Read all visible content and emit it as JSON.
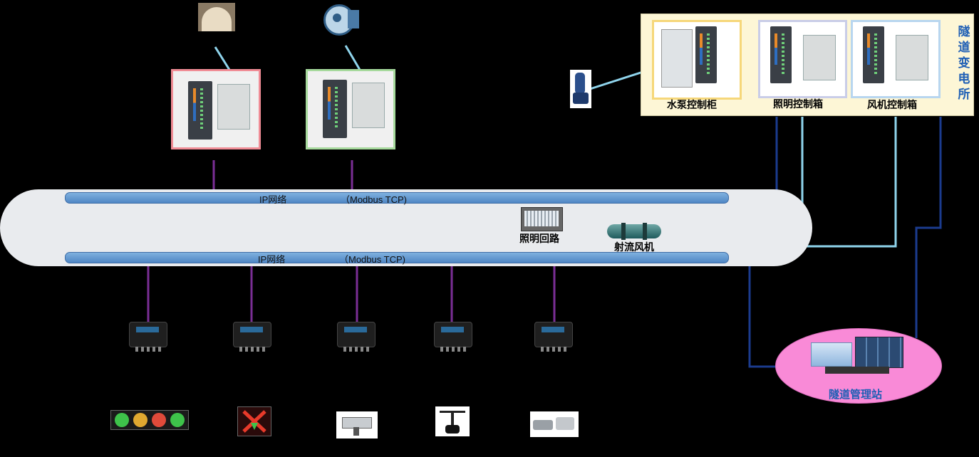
{
  "network": {
    "bus_top_left": "IP网络",
    "bus_top_right": "（Modbus TCP)",
    "bus_bottom_left": "IP网络",
    "bus_bottom_right": "（Modbus TCP)"
  },
  "field_labels": {
    "lighting_circuit": "照明回路",
    "jet_fan": "射流风机"
  },
  "substation": {
    "title": "隧道变电所",
    "cabinets": [
      "水泵控制柜",
      "照明控制箱",
      "风机控制箱"
    ]
  },
  "station": {
    "label": "隧道管理站"
  },
  "colors": {
    "background": "#000000",
    "tunnel": "#e9ebee",
    "bus": "#6aa1d8",
    "link_purple": "#7a2e95",
    "link_lightblue": "#8fd4ec",
    "link_navy": "#1b3b8e",
    "substation_fill": "#fdf6d6",
    "station_fill": "#f98ad7"
  },
  "icons": [
    "tunnel-arch-icon",
    "axial-fan-icon",
    "water-pump-icon",
    "lighting-fixture-icon",
    "jet-fan-icon",
    "traffic-light-icon",
    "lane-indicator-icon",
    "camera-icon",
    "anemometer-icon",
    "sensor-icon",
    "controller-device-icon",
    "monitor-wall-icon"
  ]
}
